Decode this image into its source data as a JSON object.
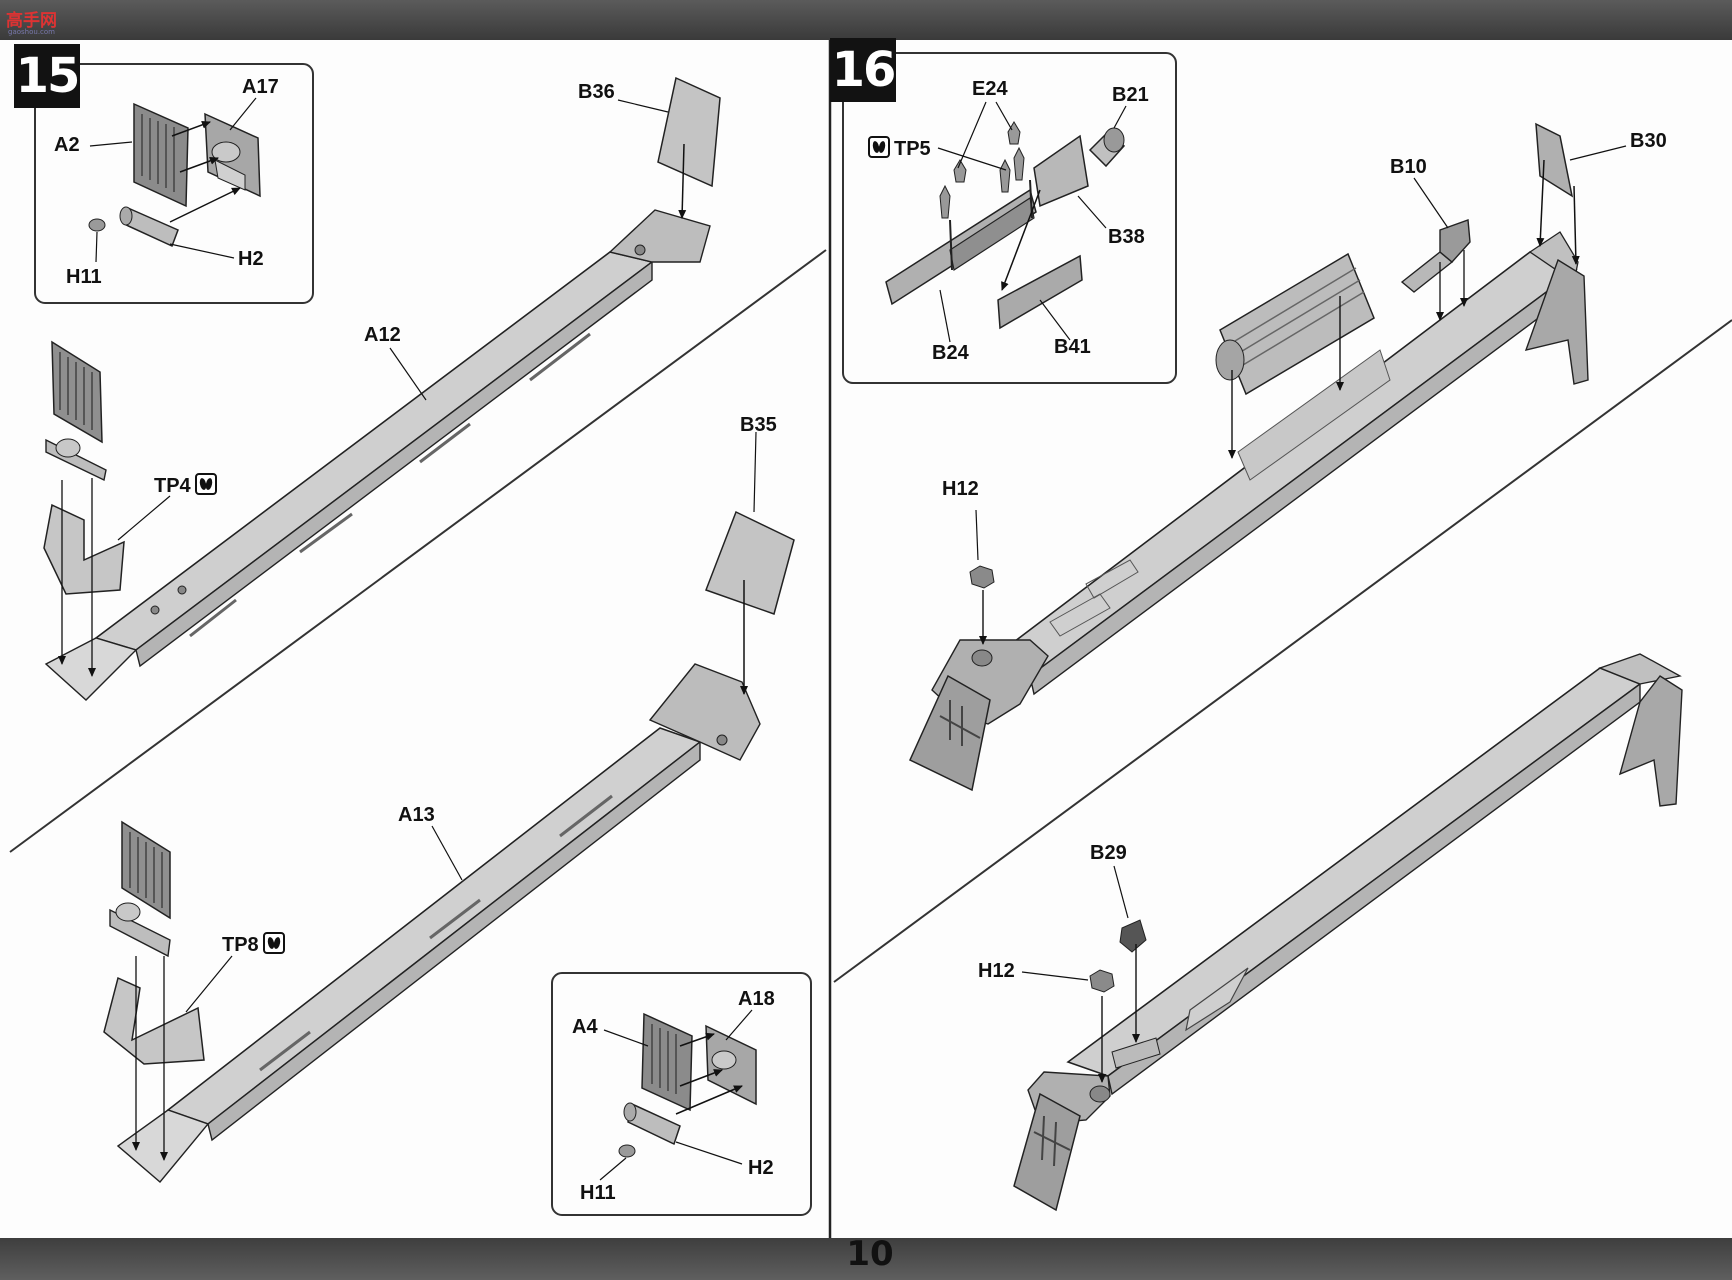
{
  "header": {
    "logo_text": "高手网",
    "logo_sub": "gaoshou.com"
  },
  "footer": {
    "page_number": "10"
  },
  "step15": {
    "number": "15",
    "inset_top": {
      "labels": {
        "a2": "A2",
        "a17": "A17",
        "h11": "H11",
        "h2": "H2"
      }
    },
    "upper": {
      "labels": {
        "b36": "B36",
        "a12": "A12",
        "tp4": "TP4"
      }
    },
    "lower": {
      "labels": {
        "b35": "B35",
        "a13": "A13",
        "tp8": "TP8"
      }
    },
    "inset_bottom": {
      "labels": {
        "a4": "A4",
        "a18": "A18",
        "h11": "H11",
        "h2": "H2"
      }
    }
  },
  "step16": {
    "number": "16",
    "inset": {
      "labels": {
        "e24": "E24",
        "tp5": "TP5",
        "b21": "B21",
        "b38": "B38",
        "b24": "B24",
        "b41": "B41"
      }
    },
    "upper": {
      "labels": {
        "b30": "B30",
        "b10": "B10",
        "h12": "H12"
      }
    },
    "lower": {
      "labels": {
        "b29": "B29",
        "h12": "H12"
      }
    }
  },
  "icons": {
    "tape_icon": "two-leaf-tape-symbol"
  }
}
